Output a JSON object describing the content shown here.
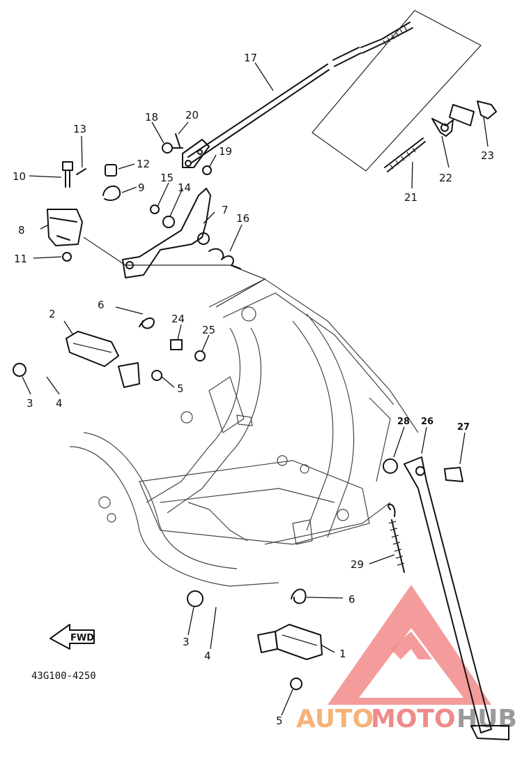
{
  "diagram_code": "43G100-4250",
  "fwd_label": "FWD",
  "watermark": {
    "part1": "AUTO",
    "part2": "MOTO",
    "part3": "HUB",
    "color_part1": "#f5b37a",
    "color_part2": "#f08a8a",
    "color_part3": "#9a9a9a",
    "logo_color": "#f28b8b"
  },
  "callouts": {
    "c1": "1",
    "c2": "2",
    "c3a": "3",
    "c3b": "3",
    "c4a": "4",
    "c4b": "4",
    "c5a": "5",
    "c5b": "5",
    "c6a": "6",
    "c6b": "6",
    "c7": "7",
    "c8": "8",
    "c9": "9",
    "c10": "10",
    "c11": "11",
    "c12": "12",
    "c13": "13",
    "c14": "14",
    "c15": "15",
    "c16": "16",
    "c17": "17",
    "c18": "18",
    "c19": "19",
    "c20": "20",
    "c21": "21",
    "c22": "22",
    "c23": "23",
    "c24": "24",
    "c25": "25",
    "c26": "26",
    "c27": "27",
    "c28": "28",
    "c29": "29"
  }
}
